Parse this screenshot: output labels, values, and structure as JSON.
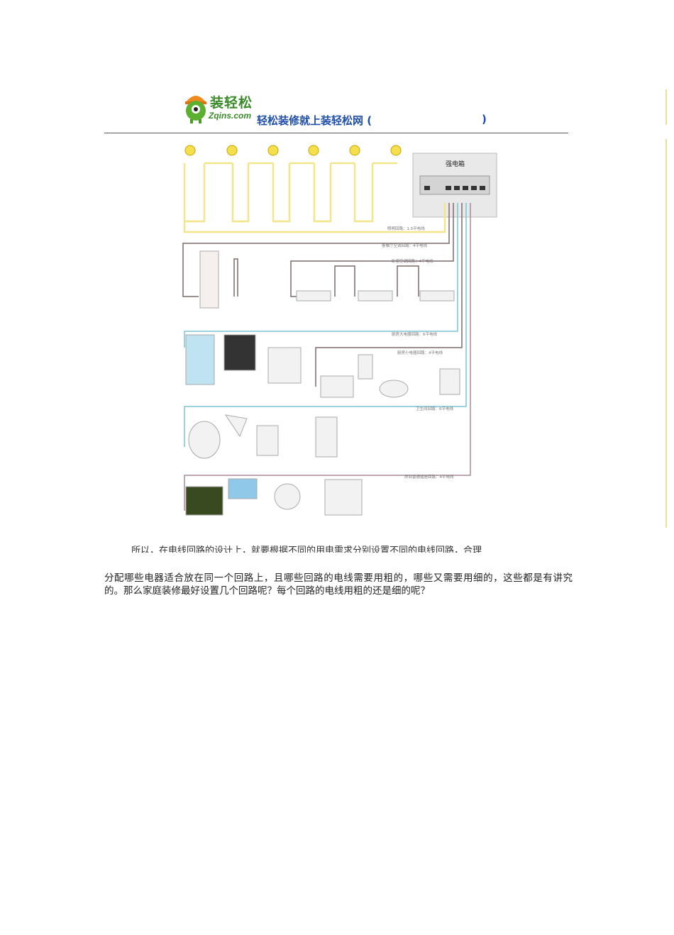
{
  "header": {
    "brand": "装轻松",
    "domain": "Zqins.com",
    "slogan": "轻松装修就上装轻松网 (",
    "slogan_close": ")"
  },
  "diagram": {
    "panel_label": "强电箱",
    "circuits": [
      "照明回路：1.5平电线",
      "客餐厅空调回路：4平电线",
      "卧室空调回路：4平电线",
      "厨房大电器回路：6平电线",
      "厨房小电器回路：4平电线",
      "卫生间回路：6平电线",
      "房间普通插座回路：4平电线"
    ]
  },
  "text": {
    "line1": "所以，在电线回路的设计上，就要根据不同的用电需求分别设置不同的电线回路，合理",
    "para": "分配哪些电器适合放在同一个回路上，且哪些回路的电线需要用粗的，哪些又需要用细的，这些都是有讲究的。那么家庭装修最好设置几个回路呢？每个回路的电线用粗的还是细的呢？"
  }
}
